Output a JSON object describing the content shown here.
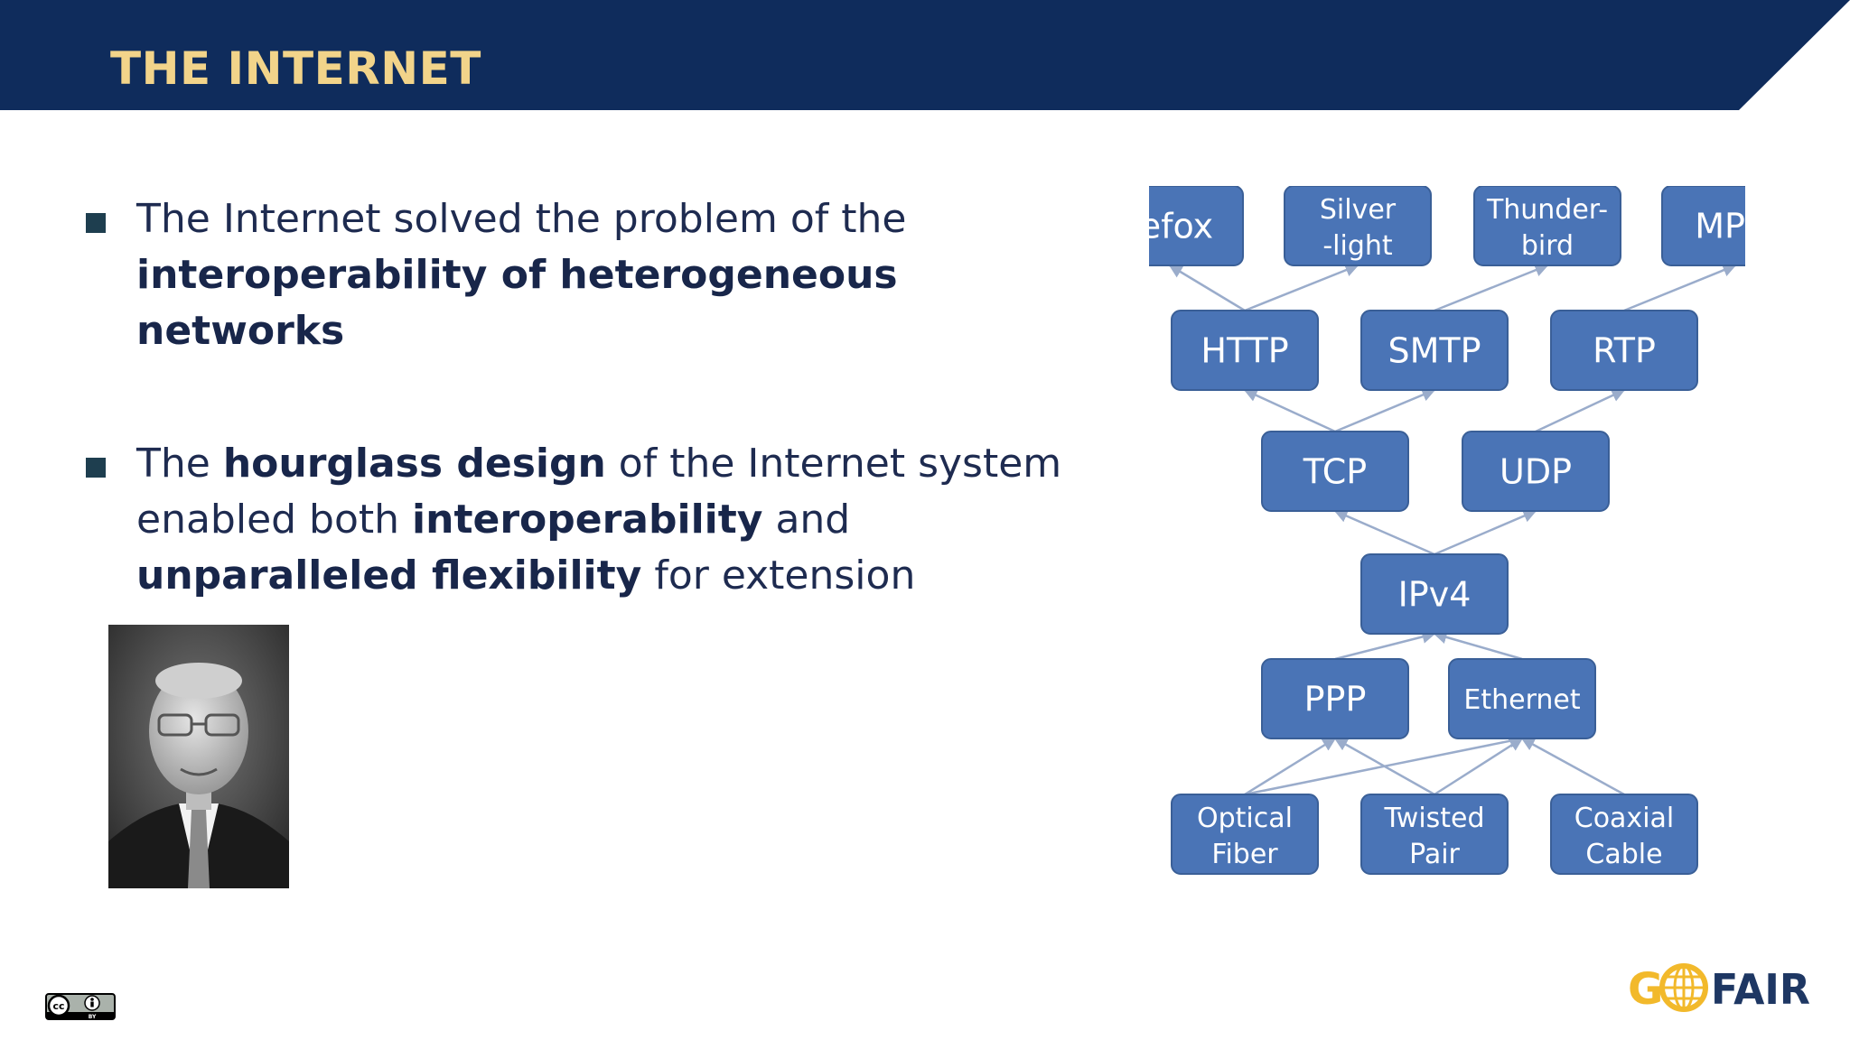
{
  "slide": {
    "title": "THE INTERNET",
    "colors": {
      "header_band": "#0f2c5c",
      "title_text": "#f2d48a",
      "body_text": "#1e2b50",
      "bullet_marker": "#1e3e4f",
      "diagram_node": "#4a74b6",
      "diagram_edge": "#9aaccb",
      "logo_gold": "#f2b92b",
      "logo_navy": "#1e3763"
    }
  },
  "bullets": [
    {
      "runs": [
        {
          "text": "The Internet solved the problem of the "
        },
        {
          "text": "interoperability of heterogeneous networks",
          "bold": true
        }
      ]
    },
    {
      "runs": [
        {
          "text": "The "
        },
        {
          "text": "hourglass design",
          "bold": true
        },
        {
          "text": " of the Internet system enabled both "
        },
        {
          "text": "interoperability",
          "bold": true
        },
        {
          "text": " and "
        },
        {
          "text": "unparalleled flexibility",
          "bold": true
        },
        {
          "text": " for extension"
        }
      ]
    }
  ],
  "portrait": {
    "icon": "person-photo"
  },
  "diagram": {
    "nodes": [
      {
        "id": "firefox",
        "lines": [
          "refox"
        ]
      },
      {
        "id": "silverlight",
        "lines": [
          "Silver",
          "-light"
        ]
      },
      {
        "id": "thunderbird",
        "lines": [
          "Thunder-",
          "bird"
        ]
      },
      {
        "id": "mplayer",
        "lines": [
          "MPla"
        ]
      },
      {
        "id": "http",
        "lines": [
          "HTTP"
        ]
      },
      {
        "id": "smtp",
        "lines": [
          "SMTP"
        ]
      },
      {
        "id": "rtp",
        "lines": [
          "RTP"
        ]
      },
      {
        "id": "tcp",
        "lines": [
          "TCP"
        ]
      },
      {
        "id": "udp",
        "lines": [
          "UDP"
        ]
      },
      {
        "id": "ipv4",
        "lines": [
          "IPv4"
        ]
      },
      {
        "id": "ppp",
        "lines": [
          "PPP"
        ]
      },
      {
        "id": "ethernet",
        "lines": [
          "Ethernet"
        ]
      },
      {
        "id": "optical-fiber",
        "lines": [
          "Optical",
          "Fiber"
        ]
      },
      {
        "id": "twisted-pair",
        "lines": [
          "Twisted",
          "Pair"
        ]
      },
      {
        "id": "coaxial-cable",
        "lines": [
          "Coaxial",
          "Cable"
        ]
      }
    ],
    "edges": [
      {
        "from": "http",
        "to": "firefox"
      },
      {
        "from": "http",
        "to": "silverlight"
      },
      {
        "from": "smtp",
        "to": "thunderbird"
      },
      {
        "from": "rtp",
        "to": "mplayer"
      },
      {
        "from": "tcp",
        "to": "http"
      },
      {
        "from": "tcp",
        "to": "smtp"
      },
      {
        "from": "udp",
        "to": "rtp"
      },
      {
        "from": "ipv4",
        "to": "tcp"
      },
      {
        "from": "ipv4",
        "to": "udp"
      },
      {
        "from": "ppp",
        "to": "ipv4"
      },
      {
        "from": "ethernet",
        "to": "ipv4"
      },
      {
        "from": "optical-fiber",
        "to": "ppp"
      },
      {
        "from": "twisted-pair",
        "to": "ppp"
      },
      {
        "from": "twisted-pair",
        "to": "ethernet"
      },
      {
        "from": "coaxial-cable",
        "to": "ethernet"
      },
      {
        "from": "optical-fiber",
        "to": "ethernet"
      }
    ]
  },
  "footer": {
    "cc_badge": {
      "icon": "cc-by-license-icon",
      "text": "cc",
      "sub": "BY"
    },
    "logo": {
      "icon": "go-fair-logo",
      "left_text": "G",
      "right_text": "FAIR"
    }
  }
}
